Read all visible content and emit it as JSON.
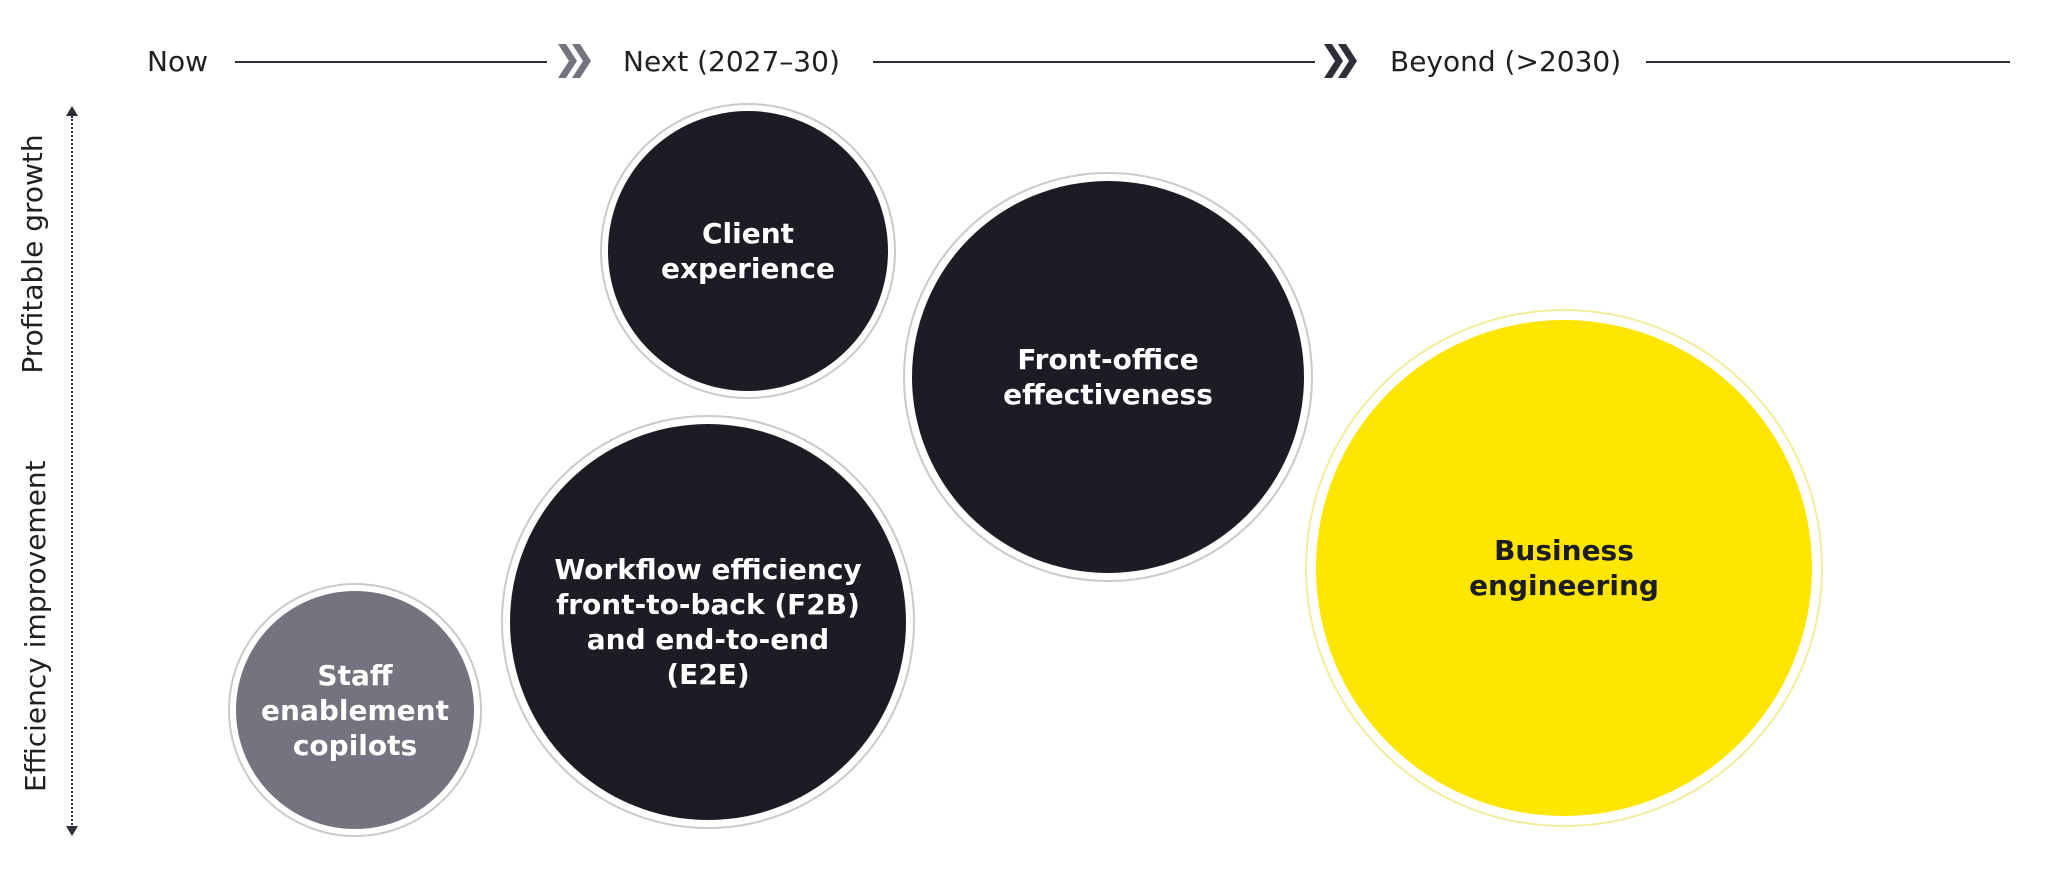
{
  "timeline": {
    "now": "Now",
    "next": "Next (2027–30)",
    "beyond": "Beyond (>2030)"
  },
  "axis": {
    "top_label": "Profitable growth",
    "bottom_label": "Efficiency improvement"
  },
  "colors": {
    "dark": "#1b1c24",
    "grey": "#747480",
    "yellow": "#ffe600",
    "chevron_light": "#747480",
    "chevron_dark": "#2e2e38"
  },
  "bubbles": {
    "staff": "Staff\nenablement\ncopilots",
    "workflow": "Workflow efficiency\nfront-to-back (F2B)\nand end-to-end\n(E2E)",
    "client": "Client\nexperience",
    "front_office": "Front-office\neffectiveness",
    "business": "Business\nengineering"
  }
}
